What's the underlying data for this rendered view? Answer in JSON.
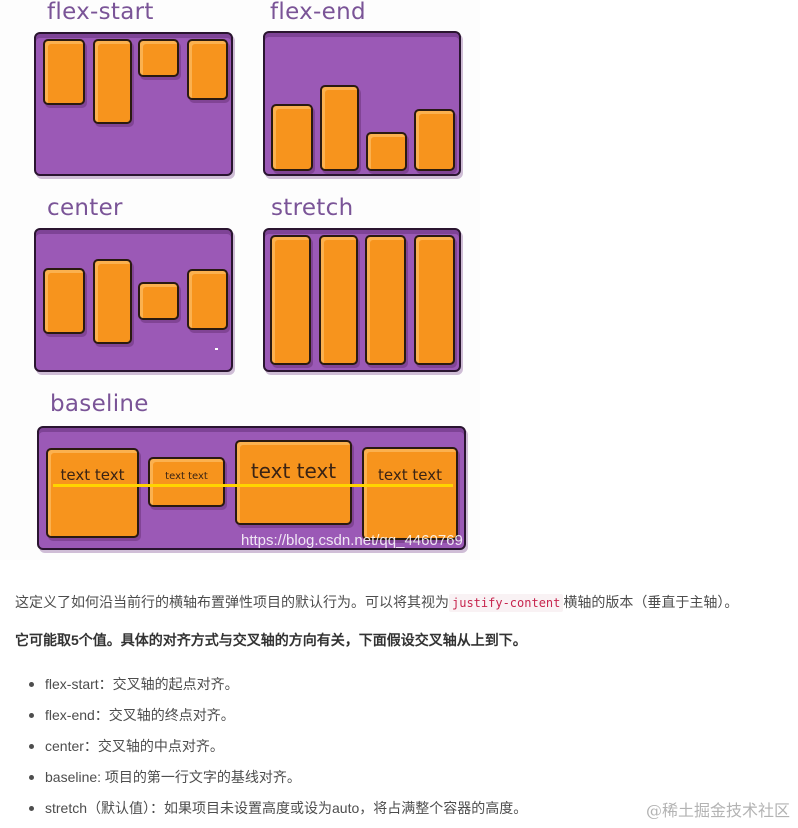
{
  "figure": {
    "labels": {
      "flex_start": "flex-start",
      "flex_end": "flex-end",
      "center": "center",
      "stretch": "stretch",
      "baseline": "baseline"
    },
    "baseline_items": [
      "text text",
      "text text",
      "text text",
      "text text"
    ],
    "watermark": "https://blog.csdn.net/qq_4460769",
    "colors": {
      "container": "#9b59b6",
      "item": "#f7941d",
      "baseline_line": "#ffd400",
      "label": "#7a5497"
    }
  },
  "article": {
    "paragraph1_before": "这定义了如何沿当前行的横轴布置弹性项目的默认行为。可以将其视为",
    "paragraph1_code": "justify-content",
    "paragraph1_after": "横轴的版本（垂直于主轴）。",
    "paragraph2": "它可能取5个值。具体的对齐方式与交叉轴的方向有关，下面假设交叉轴从上到下。",
    "list": [
      "flex-start：交叉轴的起点对齐。",
      "flex-end：交叉轴的终点对齐。",
      "center：交叉轴的中点对齐。",
      "baseline: 项目的第一行文字的基线对齐。",
      "stretch（默认值）：如果项目未设置高度或设为auto，将占满整个容器的高度。"
    ]
  },
  "footer": {
    "site_watermark": "@稀土掘金技术社区"
  }
}
